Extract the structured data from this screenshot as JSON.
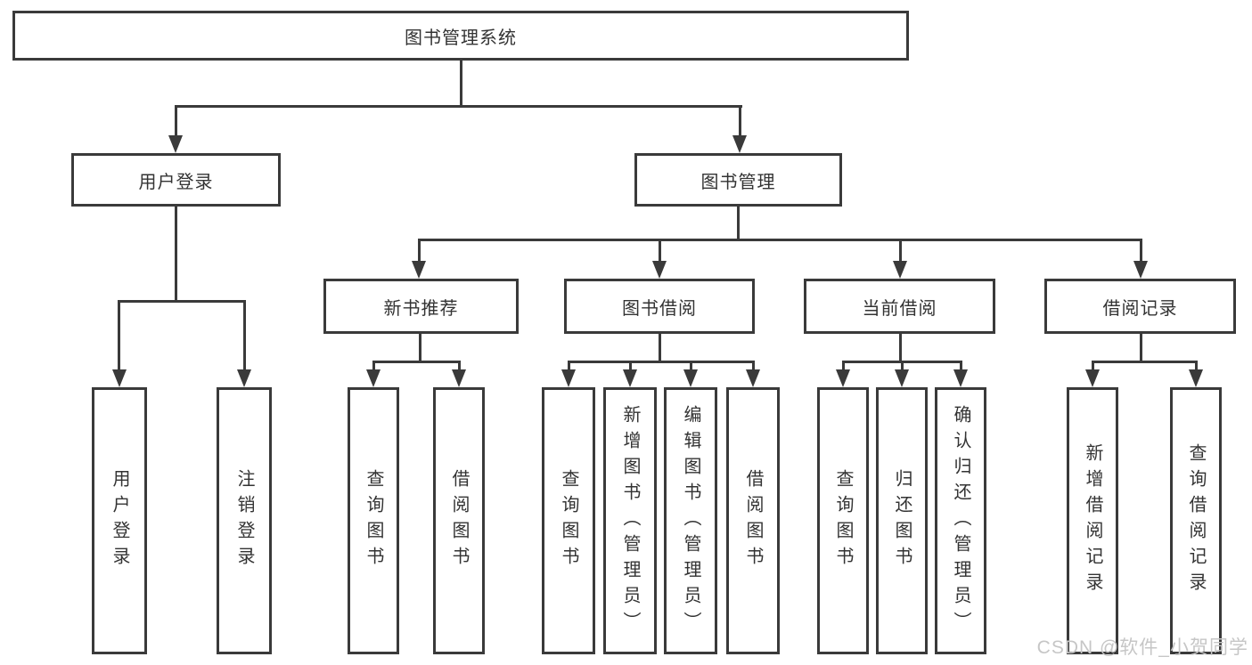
{
  "diagram": {
    "root": {
      "label": "图书管理系统"
    },
    "level2": [
      {
        "label": "用户登录"
      },
      {
        "label": "图书管理"
      }
    ],
    "level3": [
      {
        "label": "新书推荐"
      },
      {
        "label": "图书借阅"
      },
      {
        "label": "当前借阅"
      },
      {
        "label": "借阅记录"
      }
    ],
    "leaves": {
      "user_login": [
        "用户登录",
        "注销登录"
      ],
      "new_book": [
        "查询图书",
        "借阅图书"
      ],
      "book_borrow": [
        "查询图书",
        "新增图书（管理员）",
        "编辑图书（管理员）",
        "借阅图书"
      ],
      "current_borrow": [
        "查询图书",
        "归还图书",
        "确认归还（管理员）"
      ],
      "borrow_record": [
        "新增借阅记录",
        "查询借阅记录"
      ]
    }
  },
  "watermark": {
    "text": "CSDN @软件_小贺同学"
  },
  "colors": {
    "line": "#3a3a3a",
    "box_border": "#3a3a3a",
    "text": "#333333",
    "watermark": "#c6c6c6",
    "background": "#ffffff"
  }
}
